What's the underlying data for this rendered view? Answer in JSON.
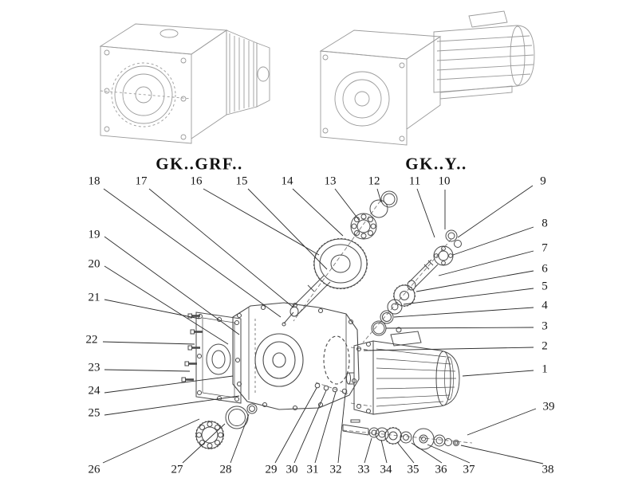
{
  "titles": {
    "left": "GK..GRF..",
    "right": "GK..Y.."
  },
  "callouts": [
    "18",
    "17",
    "16",
    "15",
    "14",
    "13",
    "12",
    "11",
    "10",
    "9",
    "8",
    "7",
    "6",
    "5",
    "4",
    "3",
    "2",
    "1",
    "39",
    "19",
    "20",
    "21",
    "22",
    "23",
    "24",
    "25",
    "26",
    "27",
    "28",
    "29",
    "30",
    "31",
    "32",
    "33",
    "34",
    "35",
    "36",
    "37",
    "38"
  ],
  "figures": {
    "left_drawing": "gearbox-with-input-flange",
    "right_drawing": "gearbox-with-motor"
  },
  "colors": {
    "background": "#ffffff",
    "leader_line": "#2b2b2b",
    "part_line": "#4a4a4a",
    "ghost_line": "#9b9b9b",
    "text": "#151515"
  }
}
